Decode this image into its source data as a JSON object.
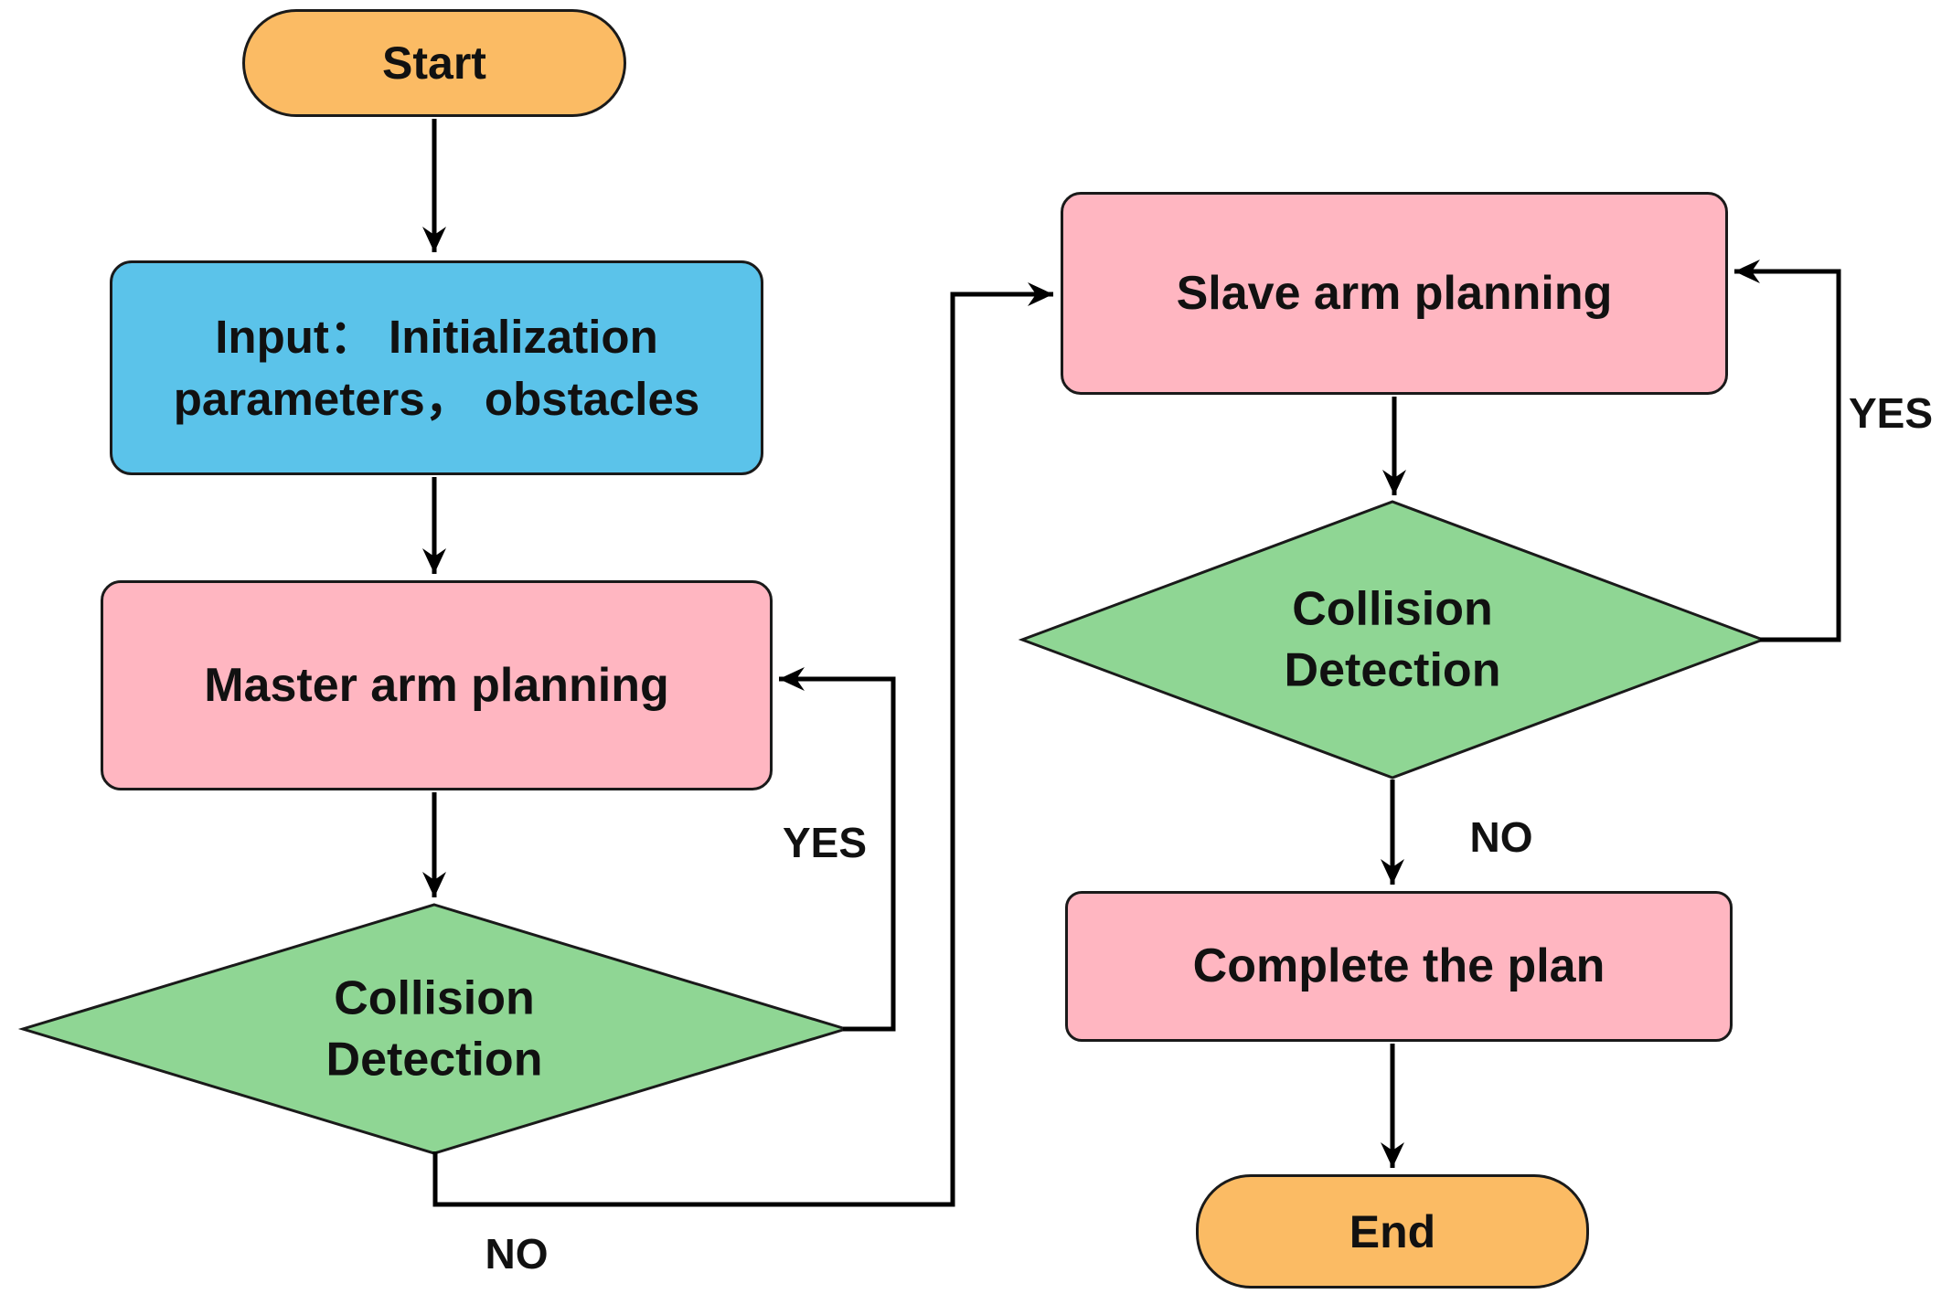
{
  "flowchart": {
    "title_hint": "dual-arm motion planning flowchart",
    "nodes": {
      "start": {
        "label": "Start",
        "shape": "terminator"
      },
      "input": {
        "line1": "Input： Initialization",
        "line2": "parameters， obstacles",
        "shape": "input"
      },
      "master_arm_planning": {
        "label": "Master arm planning",
        "shape": "process"
      },
      "collision_detection_master": {
        "line1": "Collision",
        "line2": "Detection",
        "shape": "decision"
      },
      "slave_arm_planning": {
        "label": "Slave arm planning",
        "shape": "process"
      },
      "collision_detection_slave": {
        "line1": "Collision",
        "line2": "Detection",
        "shape": "decision"
      },
      "complete_plan": {
        "label": "Complete the plan",
        "shape": "process"
      },
      "end": {
        "label": "End",
        "shape": "terminator"
      }
    },
    "edge_labels": {
      "master_collision_yes": "YES",
      "master_collision_no": "NO",
      "slave_collision_yes": "YES",
      "slave_collision_no": "NO"
    },
    "colors": {
      "terminator_fill": "#FBBB64",
      "input_fill": "#5BC3EA",
      "process_fill": "#FFB6C1",
      "decision_fill": "#8FD694",
      "outline": "#1A1A1A",
      "connector": "#000000",
      "text": "#111111",
      "background": "#FFFFFF"
    }
  }
}
